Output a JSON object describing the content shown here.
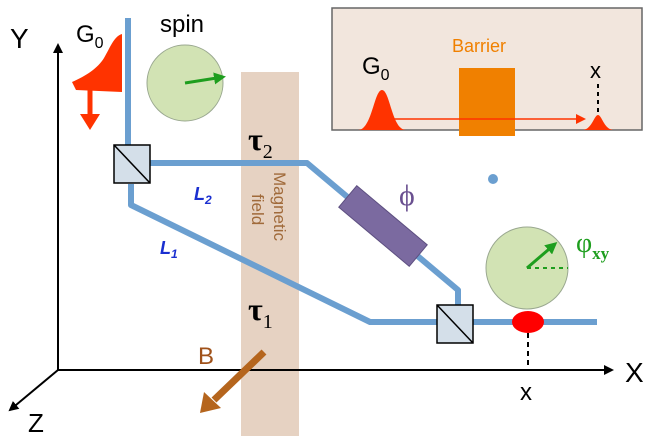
{
  "axes": {
    "y": "Y",
    "x": "X",
    "z": "Z",
    "x_marker": "x"
  },
  "labels": {
    "g0_main": "G",
    "g0_sub": "0",
    "spin": "spin",
    "tau2": "τ",
    "tau2_sub": "2",
    "tau1": "τ",
    "tau1_sub": "1",
    "l2": "L",
    "l2_sub": "2",
    "l1": "L",
    "l1_sub": "1",
    "phi": "ϕ",
    "field_line1": "Magnetic",
    "field_line2": "field",
    "b_field": "B",
    "phase": "φ",
    "phase_sub": "xy"
  },
  "inset": {
    "g0_main": "G",
    "g0_sub": "0",
    "barrier": "Barrier",
    "x_marker": "x"
  },
  "colors": {
    "beam": "#6b9fd0",
    "field_band": "#e6d2c2",
    "spin_disc": "#d2e3b4",
    "packet": "#ff3300",
    "barrier": "#f08000",
    "inset_bg": "#f2e6dd",
    "phase_shifter": "#7b6aa0",
    "b_arrow": "#b5651d",
    "spin_arrow": "#1e9e1e"
  }
}
